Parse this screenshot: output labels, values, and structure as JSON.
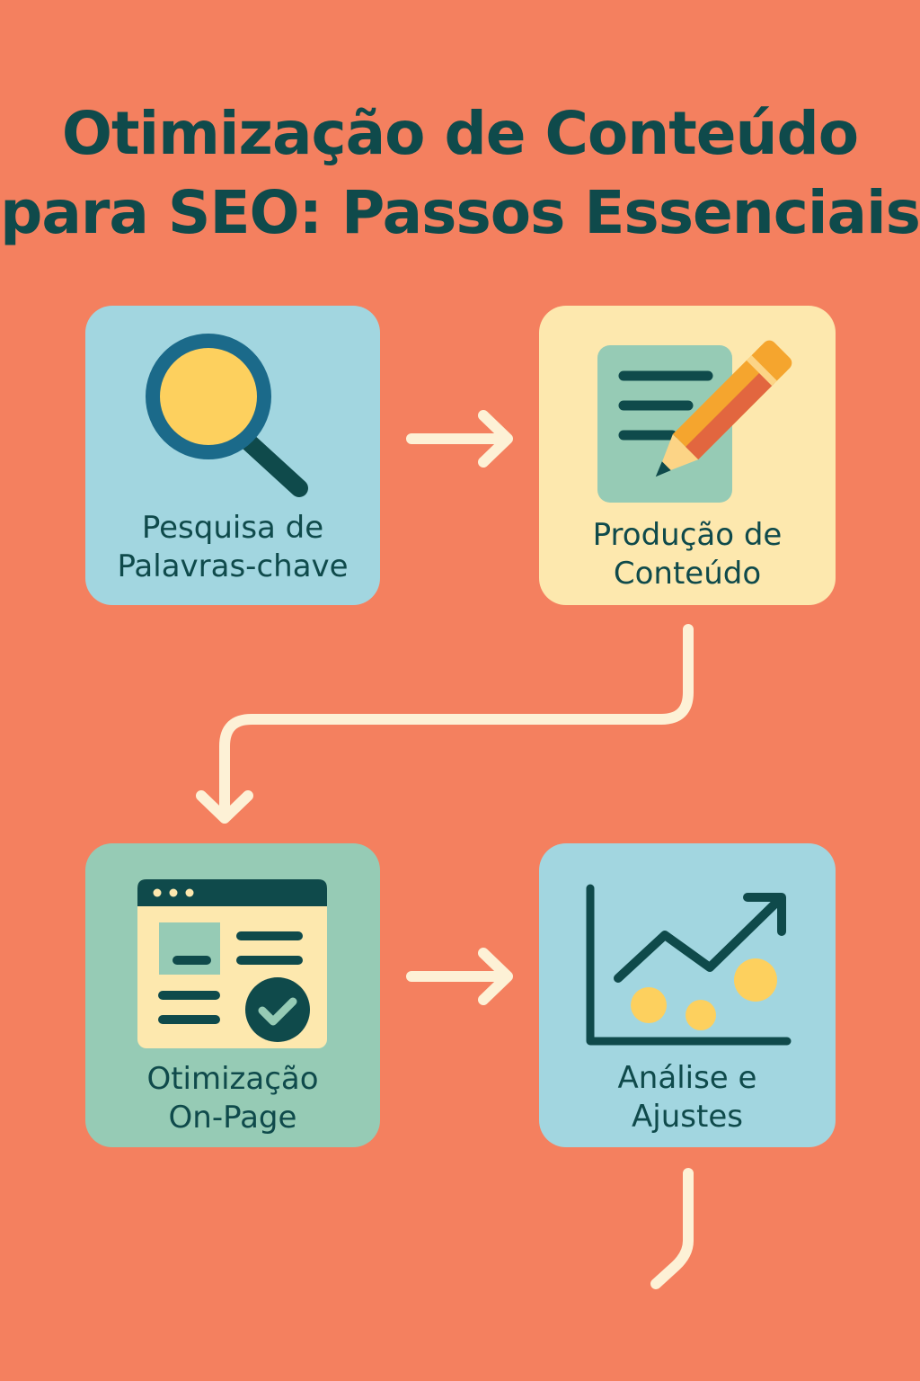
{
  "title": {
    "line1": "Otimização de Conteúdo",
    "line2": "para SEO: Passos Essenciais"
  },
  "steps": [
    {
      "line1": "Pesquisa de",
      "line2": "Palavras-chave",
      "icon": "magnifier-icon"
    },
    {
      "line1": "Produção de",
      "line2": "Conteúdo",
      "icon": "document-pencil-icon"
    },
    {
      "line1": "Otimização",
      "line2": "On-Page",
      "icon": "webpage-check-icon"
    },
    {
      "line1": "Análise e",
      "line2": "Ajustes",
      "icon": "growth-chart-icon"
    }
  ],
  "colors": {
    "background": "#F4805F",
    "text": "#0F4A4B",
    "blue": "#A2D6E0",
    "yellow": "#FDE8AE",
    "green": "#96CBB5",
    "arrow": "#FDF1D6"
  }
}
